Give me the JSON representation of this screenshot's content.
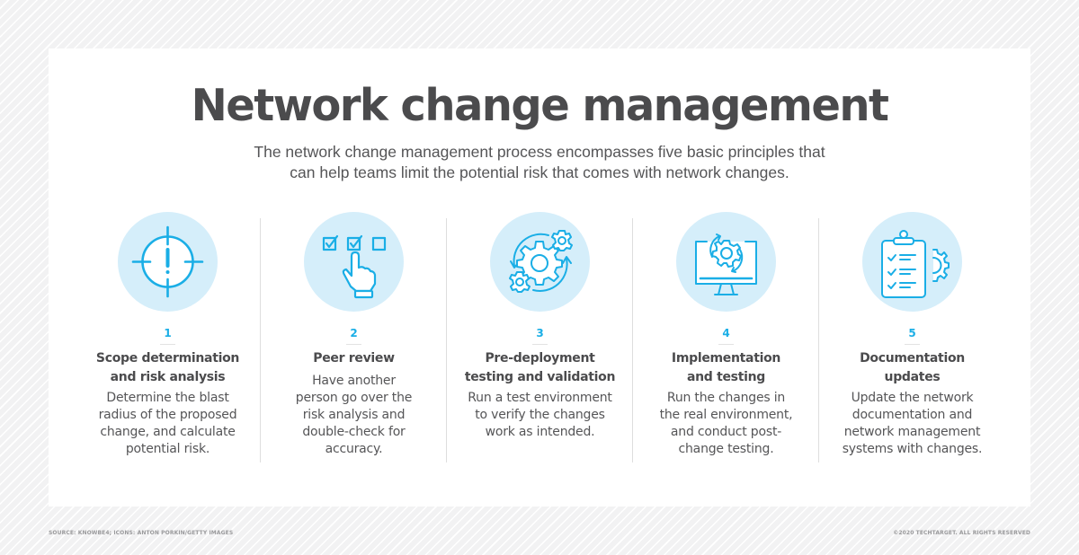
{
  "header": {
    "title": "Network change management",
    "subtitle_line1": "The network change management process encompasses five basic principles that",
    "subtitle_line2": "can help teams limit the potential risk that comes with network changes."
  },
  "colors": {
    "accent": "#1aaee6",
    "icon_circle": "#d5eefa",
    "text_dark": "#4b4b4d",
    "background": "#f2f2f3"
  },
  "steps": [
    {
      "number": "1",
      "icon": "target-alert-icon",
      "title_line1": "Scope determination",
      "title_line2": "and risk analysis",
      "desc": [
        "Determine the blast",
        "radius of the proposed",
        "change, and calculate",
        "potential risk."
      ]
    },
    {
      "number": "2",
      "icon": "checklist-hand-icon",
      "title_line1": "Peer review",
      "title_line2": "",
      "desc": [
        "Have another",
        "person go over the",
        "risk analysis and",
        "double-check for",
        "accuracy."
      ]
    },
    {
      "number": "3",
      "icon": "gears-cycle-icon",
      "title_line1": "Pre-deployment",
      "title_line2": "testing and validation",
      "desc": [
        "Run a test environment",
        "to verify the changes",
        "work as intended."
      ]
    },
    {
      "number": "4",
      "icon": "monitor-gear-icon",
      "title_line1": "Implementation",
      "title_line2": "and testing",
      "desc": [
        "Run the changes in",
        "the real environment,",
        "and conduct post-",
        "change testing."
      ]
    },
    {
      "number": "5",
      "icon": "clipboard-gear-icon",
      "title_line1": "Documentation",
      "title_line2": "updates",
      "desc": [
        "Update the network",
        "documentation and",
        "network management",
        "systems with changes."
      ]
    }
  ],
  "footer": {
    "source": "SOURCE: KNOWBE4; ICONS: ANTON PORKIN/GETTY IMAGES",
    "copyright": "©2020 TECHTARGET. ALL RIGHTS RESERVED"
  }
}
